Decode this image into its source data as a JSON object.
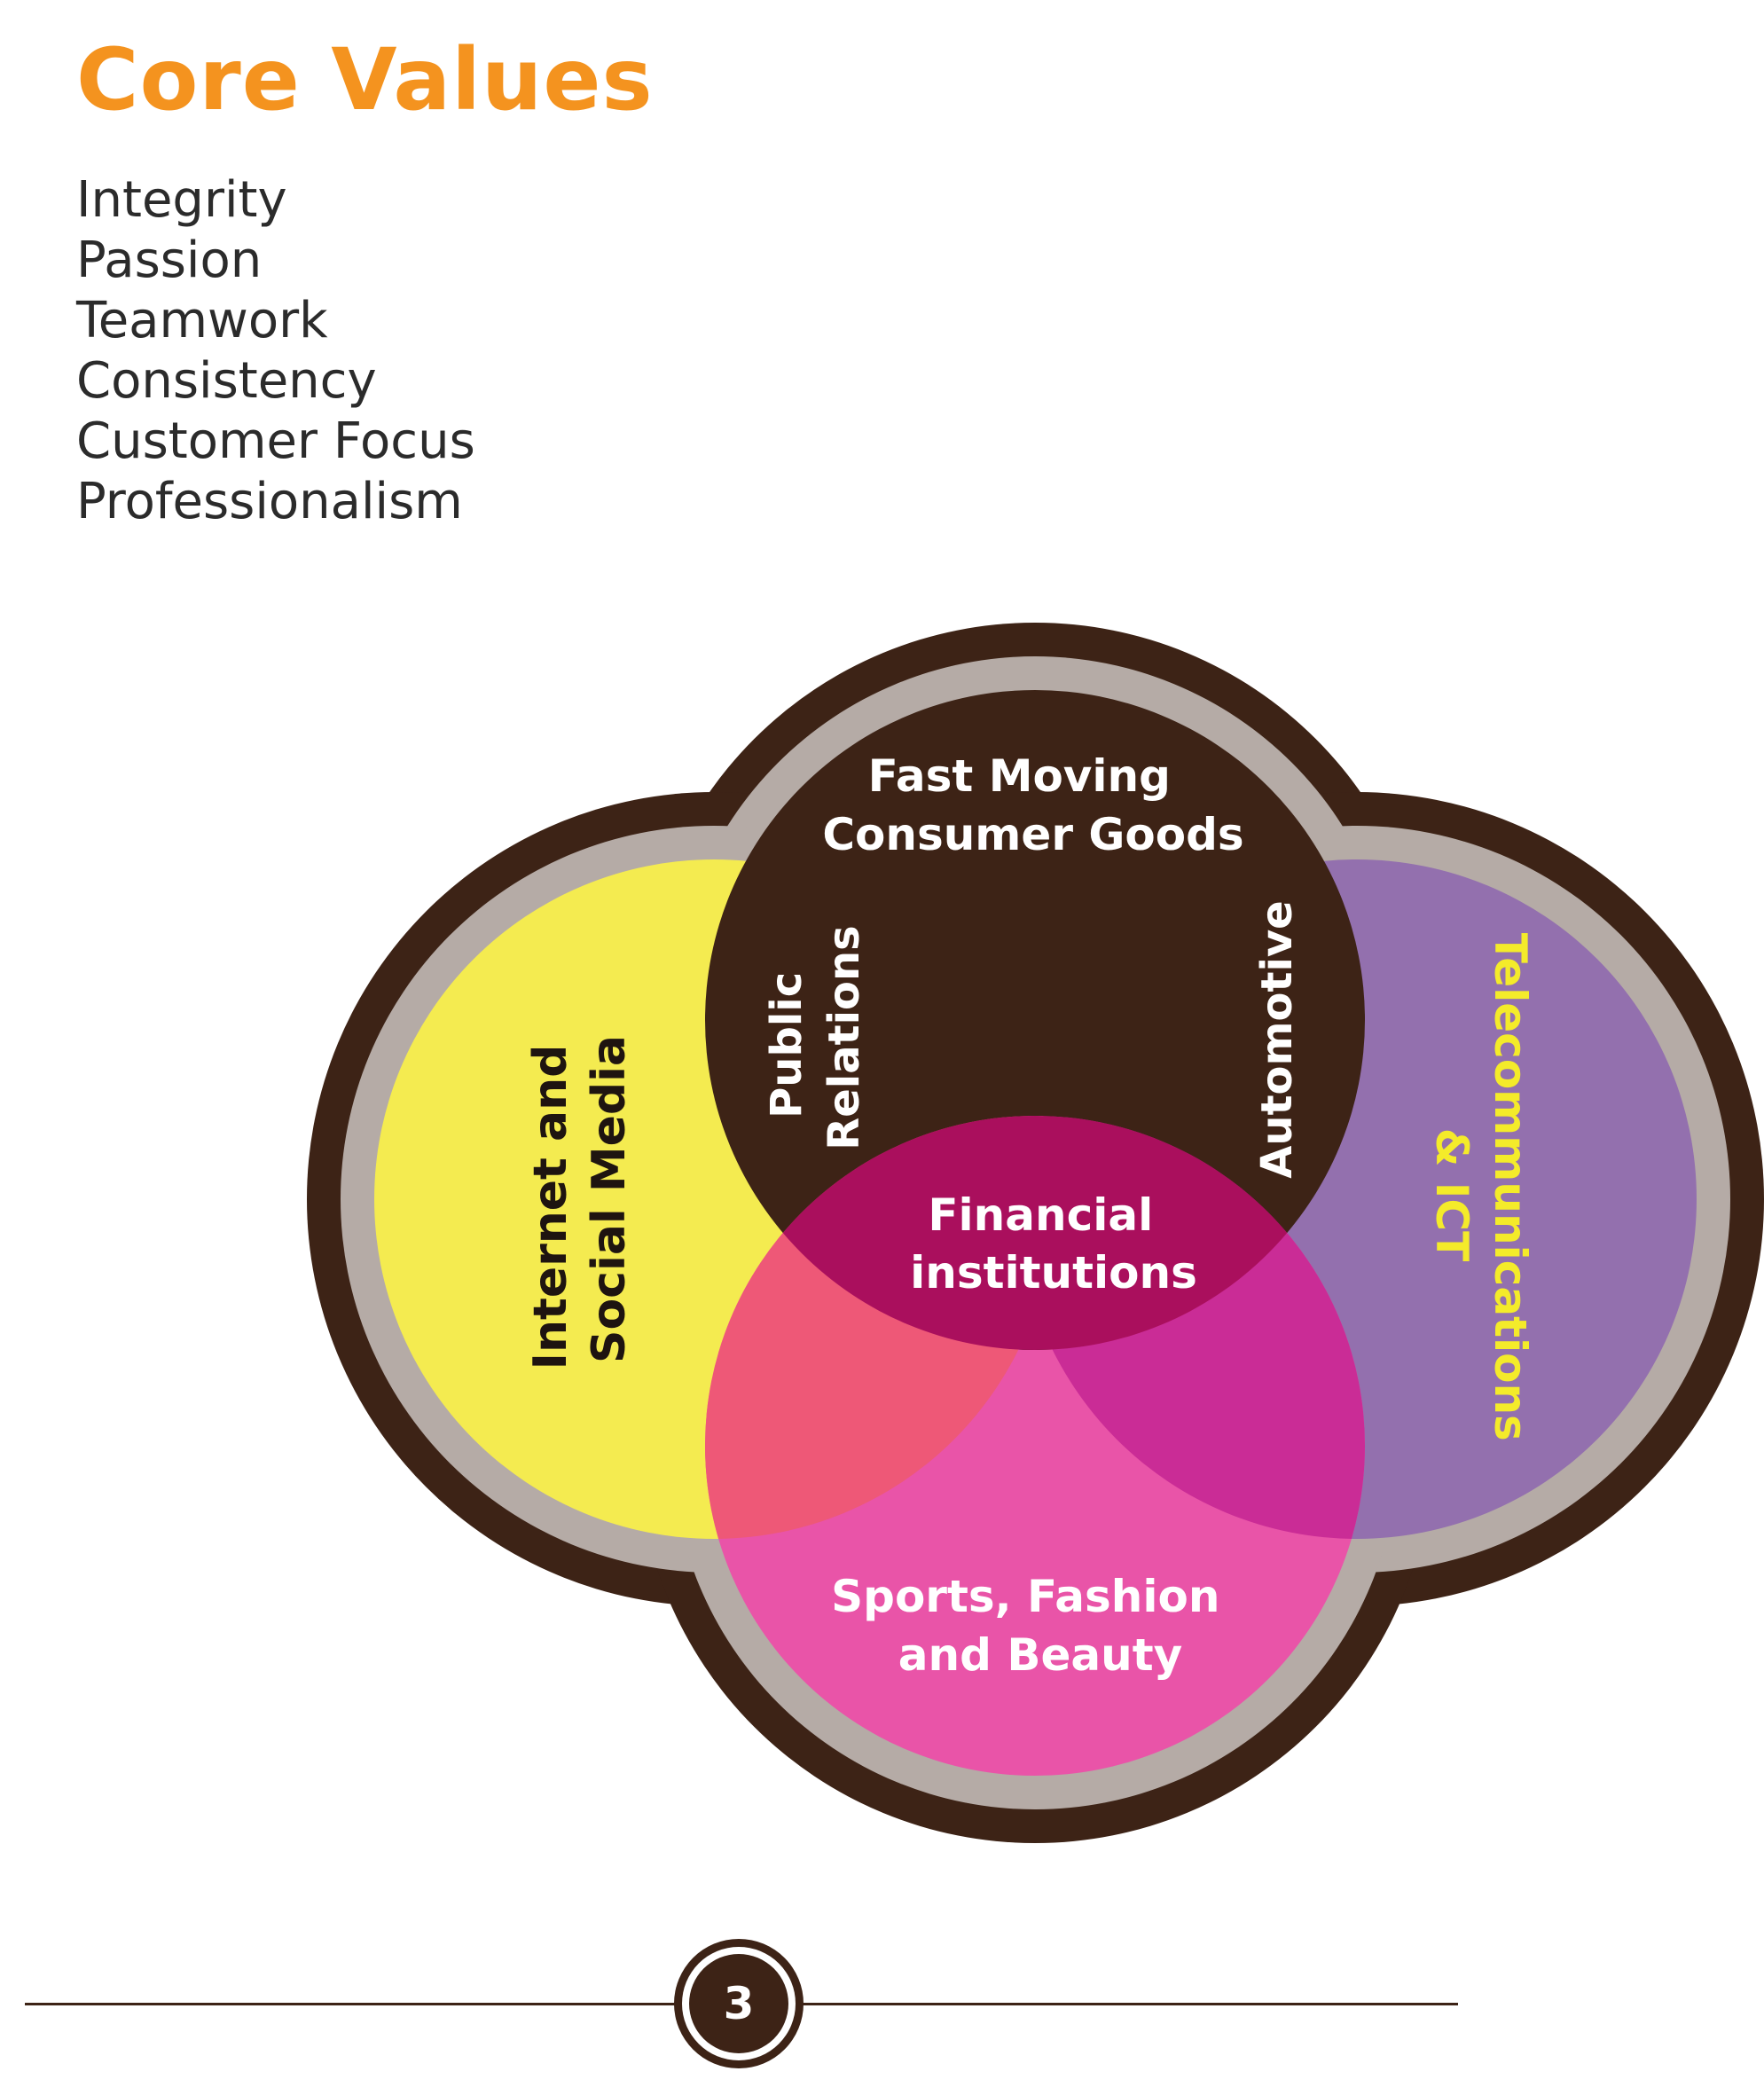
{
  "core_values": {
    "title": "Core Values",
    "items": [
      "Integrity",
      "Passion",
      "Teamwork",
      "Consistency",
      "Customer Focus",
      "Professionalism"
    ]
  },
  "diagram": {
    "top_label_lines": [
      "Fast Moving",
      "Consumer Goods"
    ],
    "public_relations_lines": [
      "Public",
      "Relations"
    ],
    "automotive_label": "Automotive",
    "left_label_lines": [
      "Internet and",
      "Social Media"
    ],
    "right_label_lines": [
      "Telecommunications",
      "& ICT"
    ],
    "center_label_lines": [
      "Financial",
      "institutions"
    ],
    "bottom_label_lines": [
      "Sports, Fashion",
      "and Beauty"
    ]
  },
  "footer": {
    "page_number": "3"
  },
  "colors": {
    "title_orange": "#F4931F",
    "body_text": "#2b2b2b",
    "frame_brown": "#3D2316",
    "frame_grey": "#B5ABA6",
    "circle_top_brown": "#3D2316",
    "circle_left_yellow": "#F4EB50",
    "circle_right_purple": "#9370AE",
    "circle_bottom_pink": "#E954A8",
    "overlap_left_bottom": "#EE5877",
    "overlap_right_bottom": "#CA2C96",
    "overlap_center": "#AA0F5D",
    "label_white": "#ffffff",
    "label_dark": "#1e1410",
    "label_yellow": "#F4EB2A",
    "footer_line": "#3D2316"
  }
}
